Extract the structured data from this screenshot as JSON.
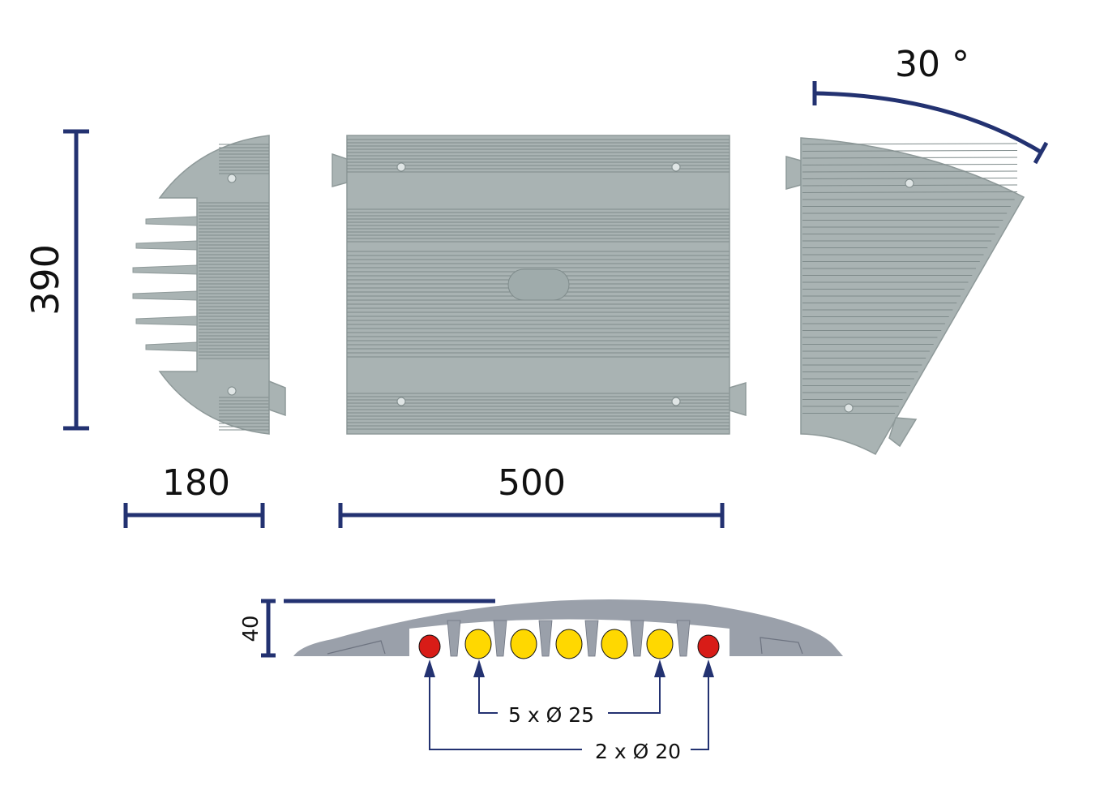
{
  "dimensions": {
    "height": "390",
    "side_width": "180",
    "length": "500",
    "angle": "30 °",
    "thickness": "40"
  },
  "callouts": {
    "large_channels": "5 x Ø 25",
    "small_channels": "2 x Ø 20"
  },
  "colors": {
    "dimension_line": "#233271",
    "part_gray": "#a9b3b3",
    "section_gray": "#9aa0aa",
    "channel_large": "#ffd800",
    "channel_small": "#d81c17"
  }
}
